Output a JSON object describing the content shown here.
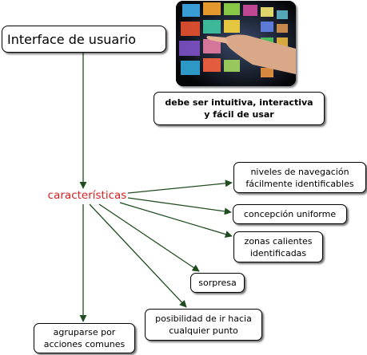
{
  "root": {
    "label": "Interface de usuario"
  },
  "image_note": {
    "line1": "debe ser intuitiva, interactiva",
    "line2": "y fácil de usar"
  },
  "concept": {
    "label": "características"
  },
  "children": [
    {
      "line1": "niveles de navegación",
      "line2": "fácilmente identificables"
    },
    {
      "line1": "concepción uniforme"
    },
    {
      "line1": "zonas calientes",
      "line2": "identificadas"
    },
    {
      "line1": "sorpresa"
    },
    {
      "line1": "posibilidad de ir hacia",
      "line2": "cualquier punto"
    },
    {
      "line1": "agruparse por",
      "line2": "acciones comunes"
    }
  ],
  "colors": {
    "arrow": "#1f4d1f",
    "concept_text": "#d42020",
    "node_border": "#000000"
  }
}
